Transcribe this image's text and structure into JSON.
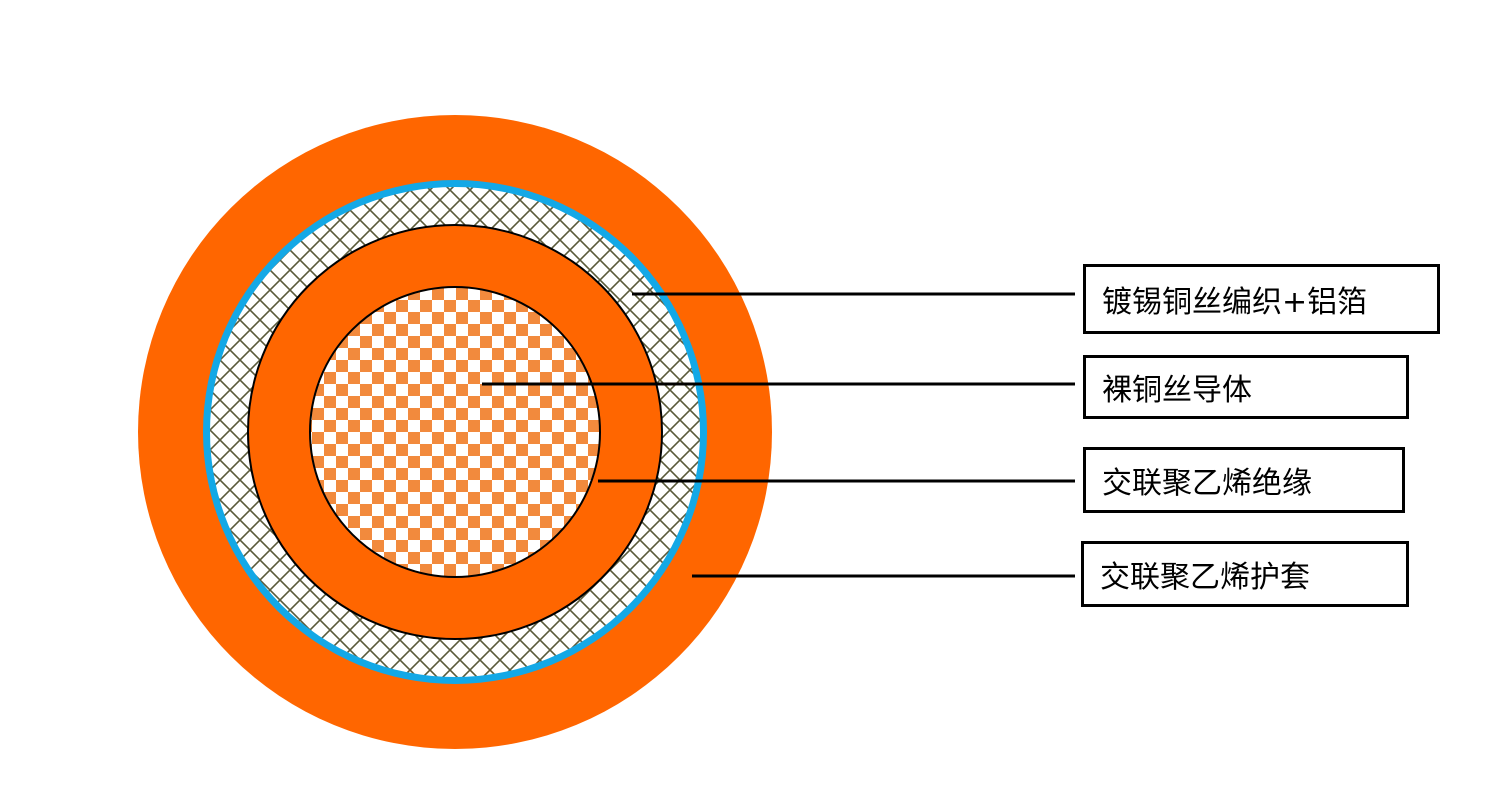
{
  "labels": {
    "shield": "镀锡铜丝编织+铝箔",
    "conductor": "裸铜丝导体",
    "insulation": "交联聚乙烯绝缘",
    "sheath": "交联聚乙烯护套"
  },
  "colors": {
    "sheath": "#ff6600",
    "foil": "#13a8e6",
    "braid_background": "#ffffff",
    "braid_lines": "#5a5a3a",
    "insulation": "#ff6600",
    "conductor_check": "#f28a3d",
    "conductor_background": "#ffffff",
    "outline": "#000000",
    "leader": "#000000"
  }
}
